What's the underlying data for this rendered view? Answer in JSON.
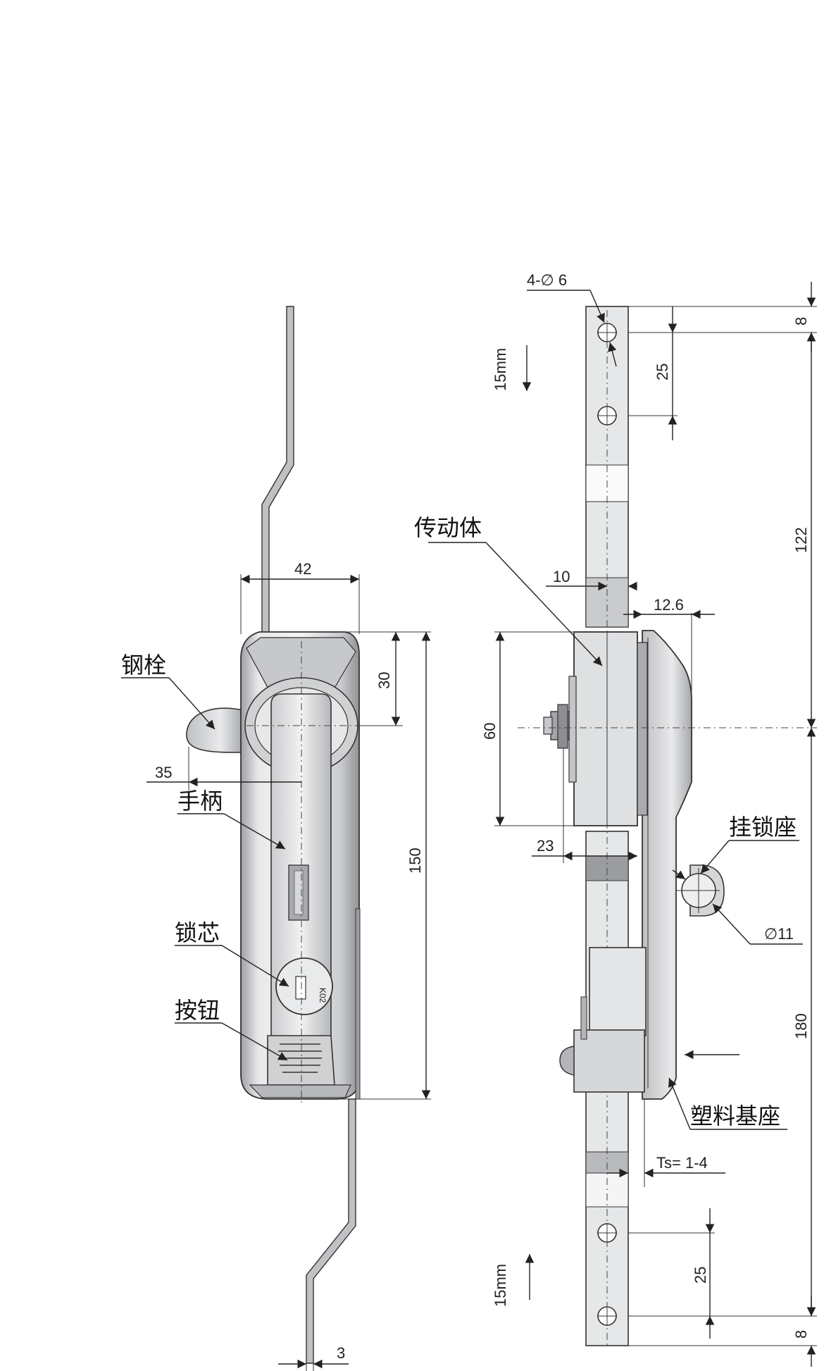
{
  "labels": {
    "bolt": "钢栓",
    "handle": "手柄",
    "lock_core": "锁芯",
    "button": "按钮",
    "transmission": "传动体",
    "padlock_seat": "挂锁座",
    "plastic_base": "塑料基座"
  },
  "dimensions": {
    "width_42": "42",
    "d30": "30",
    "d35": "35",
    "d150": "150",
    "d3": "3",
    "hole_spec": "4-∅ 6",
    "travel_top": "15mm",
    "travel_bottom": "15mm",
    "d8_top": "8",
    "d25_top": "25",
    "d122": "122",
    "d10": "10",
    "d12_6": "12.6",
    "d60": "60",
    "d23": "23",
    "d11": "∅11",
    "d180": "180",
    "ts": "Ts= 1-4",
    "d25_bottom": "25",
    "d8_bottom": "8"
  },
  "marks": {
    "key_code": "K02"
  }
}
